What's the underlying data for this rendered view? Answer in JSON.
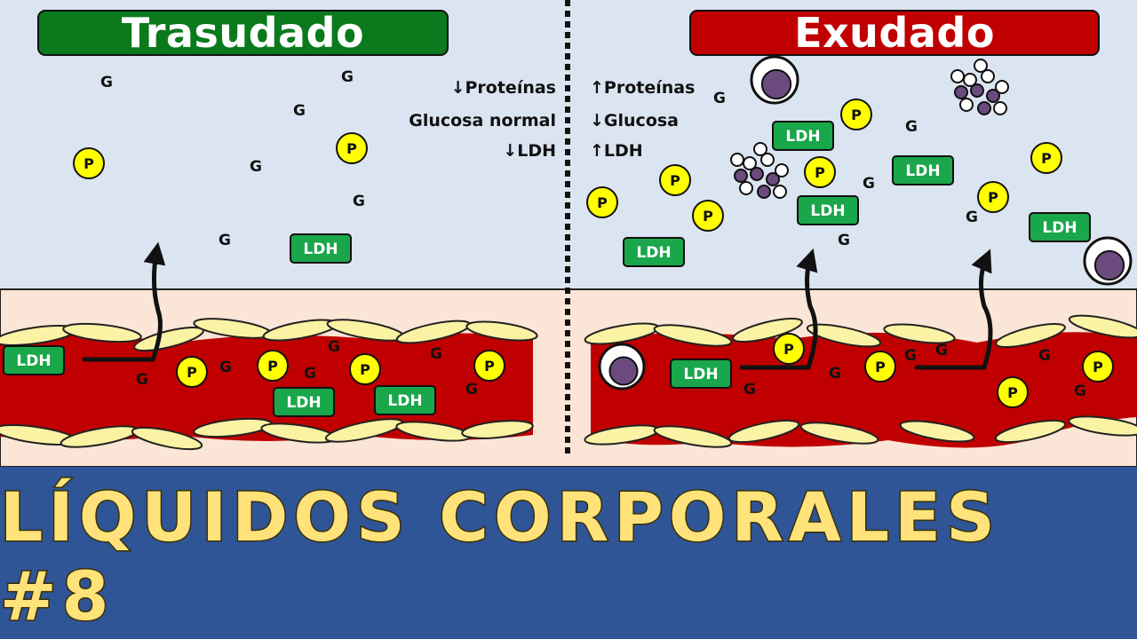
{
  "panels": {
    "left": {
      "title": "Trasudado",
      "color": "#0a7a1c",
      "notes": [
        "↓Proteínas",
        "Glucosa normal",
        "↓LDH"
      ]
    },
    "right": {
      "title": "Exudado",
      "color": "#c00000",
      "notes": [
        "↑Proteínas",
        "↓Glucosa",
        "↑LDH"
      ]
    }
  },
  "labels": {
    "glucose": "G",
    "protein": "P",
    "ldh": "LDH"
  },
  "footer": {
    "title": "LÍQUIDOS CORPORALES #8"
  },
  "colors": {
    "background": "#dbe4f1",
    "tissue": "#fbe5d6",
    "blood": "#c00000",
    "endothelium": "#fbf3a4",
    "protein": "#ffff00",
    "ldh": "#1aa64a",
    "footer": "#2f5597",
    "footer_text": "#ffe37a",
    "cell_nucleus": "#6b4b7d"
  },
  "icons": [
    "vessel",
    "endothelial-cell",
    "leukocyte-icon",
    "platelet-cluster-icon",
    "arrow-up-icon",
    "protein-icon",
    "ldh-icon",
    "glucose-icon"
  ]
}
